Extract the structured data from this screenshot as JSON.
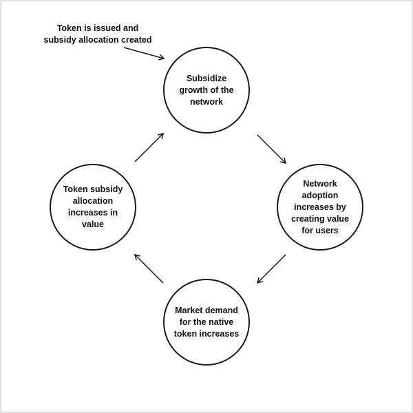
{
  "intro": {
    "text": "Token is issued and subsidy allocation created"
  },
  "nodes": [
    {
      "id": "top",
      "text": "Subsidize growth of the network"
    },
    {
      "id": "right",
      "text": "Network adoption increases by creating value for users"
    },
    {
      "id": "bottom",
      "text": "Market demand for the native token increases"
    },
    {
      "id": "left",
      "text": "Token subsidy allocation increases in value"
    }
  ]
}
